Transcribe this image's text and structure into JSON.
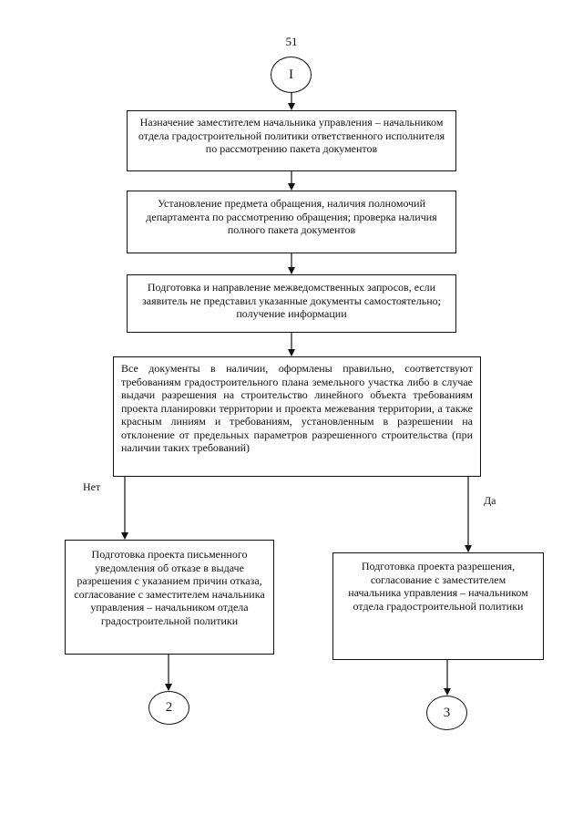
{
  "page_number": "51",
  "connectors": {
    "start": "I",
    "end_left": "2",
    "end_right": "3"
  },
  "steps": {
    "assign_executor": "Назначение заместителем начальника управления – начальником отдела  градостроительной политики ответственного исполнителя по рассмотрению пакета документов",
    "establish_subject": "Установление предмета обращения, наличия полномочий департамента по рассмотрению обращения; проверка наличия полного пакета документов",
    "interagency_requests": "Подготовка и направление межведомственных запросов, если заявитель не представил указанные документы самостоятельно; получение информации"
  },
  "decision": {
    "text": "Все документы в наличии, оформлены правильно, соответствуют требованиям градостроительного плана земельного участка либо в случае выдачи разрешения на строительство линейного объекта требованиям проекта планировки территории и проекта межевания территории, а также красным линиям и требованиям, установленным в разрешении на отклонение от предельных параметров разрешенного строительства (при наличии таких требований)",
    "no_label": "Нет",
    "yes_label": "Да"
  },
  "outcomes": {
    "refusal": "Подготовка проекта письменного уведомления об отказе в выдаче разрешения с указанием причин отказа, согласование с заместителем начальника управления – начальником отдела  градостроительной политики",
    "permit": "Подготовка проекта разрешения, согласование с заместителем начальника управления – начальником отдела градостроительной политики"
  }
}
